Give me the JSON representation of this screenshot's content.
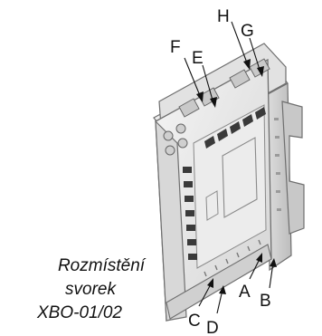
{
  "caption": {
    "line1": "Rozmístění",
    "line2": "svorek",
    "line3": "XBO-01/02"
  },
  "terminals": [
    "A",
    "B",
    "C",
    "D",
    "E",
    "F",
    "G",
    "H"
  ],
  "colors": {
    "body_light": "#eeeeee",
    "body_mid": "#d6d6d6",
    "body_shade": "#b4b4b4",
    "edge": "#6f6f6f",
    "slot": "#3a3a3a",
    "label": "#111111"
  }
}
